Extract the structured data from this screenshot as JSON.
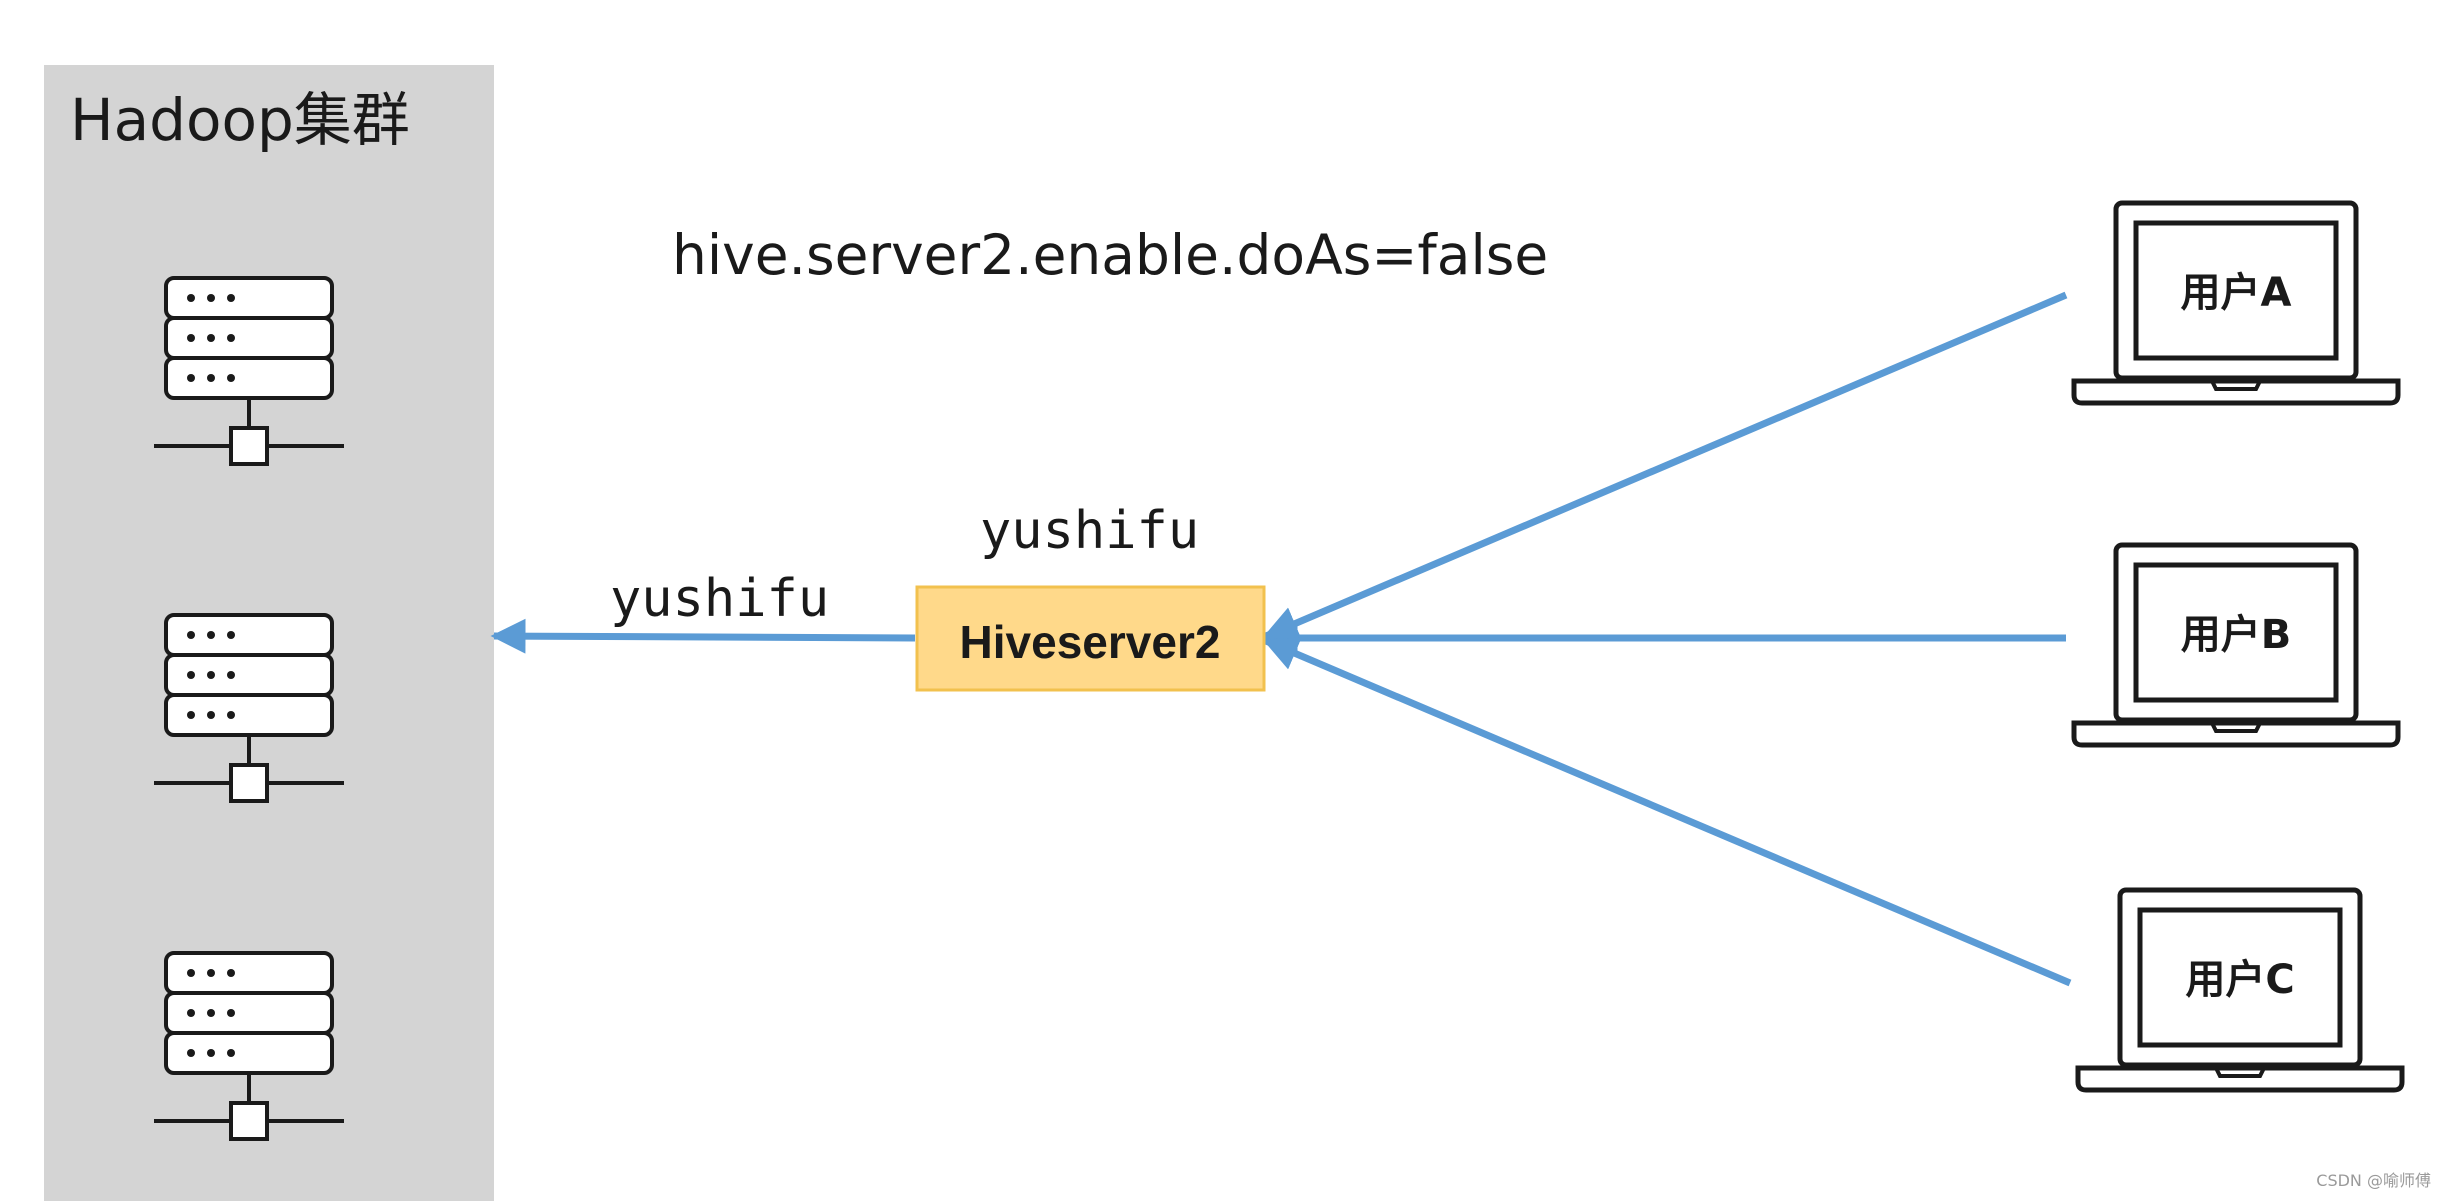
{
  "cluster": {
    "title": "Hadoop集群",
    "server_icon": "server-rack-icon",
    "server_count": 3
  },
  "config": {
    "text": "hive.server2.enable.doAs=false"
  },
  "hiveserver": {
    "label": "Hiveserver2",
    "user_label": "yushifu"
  },
  "proxy_edge": {
    "label": "yushifu"
  },
  "clients": [
    {
      "label": "用户A",
      "icon": "laptop-icon"
    },
    {
      "label": "用户B",
      "icon": "laptop-icon"
    },
    {
      "label": "用户C",
      "icon": "laptop-icon"
    }
  ],
  "watermark": "CSDN @喻师傅",
  "colors": {
    "cluster_bg": "#d4d4d4",
    "hiveserver_fill": "#ffd98a",
    "hiveserver_border": "#f2c14e",
    "arrow": "#5b9bd5",
    "icon_stroke": "#1a1a1a"
  }
}
